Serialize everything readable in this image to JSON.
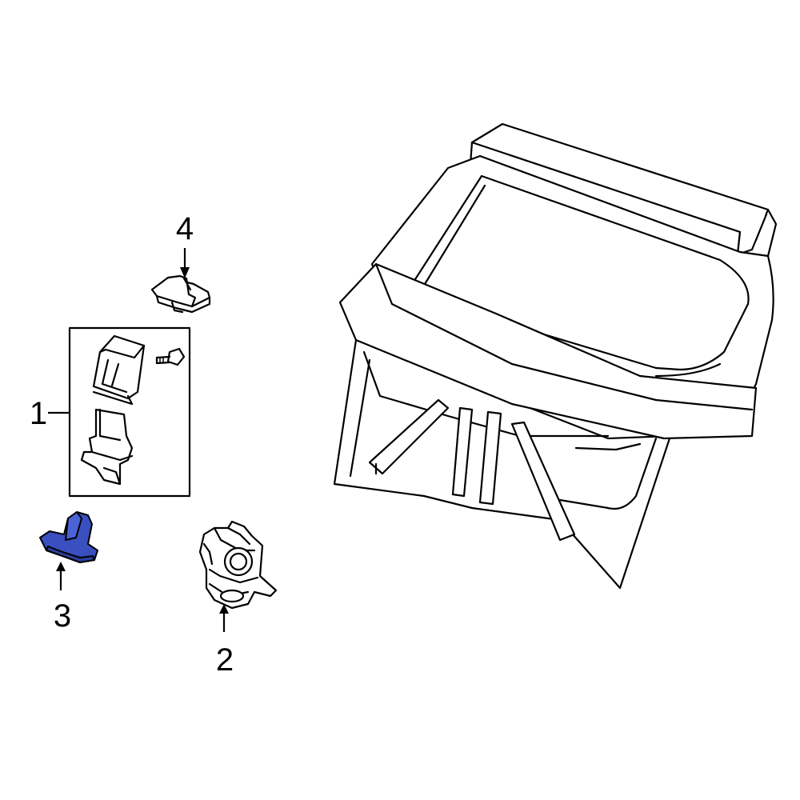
{
  "colors": {
    "background": "#ffffff",
    "line": "#000000",
    "highlight": "#3a50c0"
  },
  "callouts": [
    {
      "id": "1",
      "label": "1"
    },
    {
      "id": "2",
      "label": "2"
    },
    {
      "id": "3",
      "label": "3"
    },
    {
      "id": "4",
      "label": "4"
    }
  ]
}
